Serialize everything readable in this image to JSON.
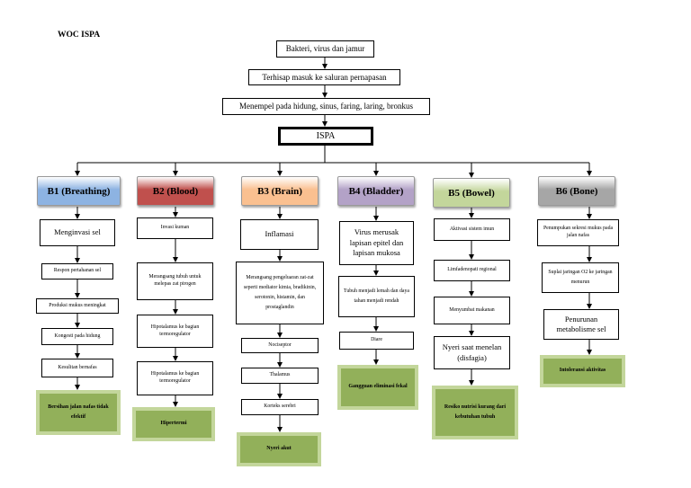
{
  "title": "WOC ISPA",
  "top_chain": [
    "Bakteri, virus dan jamur",
    "Terhisap masuk ke saluran pernapasan",
    "Menempel pada hidung, sinus, faring, laring, bronkus"
  ],
  "center": "ISPA",
  "columns": [
    {
      "header": "B1 (Breathing)",
      "color": "#8db3e2",
      "steps": [
        "Menginvasi sel",
        "Respon pertahanan sel",
        "Produksi mukus meningkat",
        "Kongesti pada hidung",
        "Kesulitan bernafas"
      ],
      "outcome": "Bersihan jalan nafas tidak efektif"
    },
    {
      "header": "B2 (Blood)",
      "color": "#c0504d",
      "steps": [
        "Invasi kuman",
        "Merangsang tubuh untuk melepas zat pirogen",
        "Hipotalamus ke bagian termoregulator",
        "Hipotalamus ke bagian termoregulator"
      ],
      "outcome": "Hipertermi"
    },
    {
      "header": "B3 (Brain)",
      "color": "#fac090",
      "steps": [
        "Inflamasi",
        "Merangsang pengeluaran zat-zat seperti mediator kimia, bradikinin, serotonin, histamin, dan prostaglandin",
        "Nociseptor",
        "Thalamus",
        "Korteks serebri"
      ],
      "outcome": "Nyeri akut"
    },
    {
      "header": "B4 (Bladder)",
      "color": "#b3a2c7",
      "steps": [
        "Virus merusak lapisan epitel dan lapisan mukosa",
        "Tubuh menjadi lemah dan daya tahan menjadi rendah",
        "Diare"
      ],
      "outcome": "Gangguan eliminasi fekal"
    },
    {
      "header": "B5 (Bowel)",
      "color": "#c3d69b",
      "steps": [
        "Aktivasi sistem imun",
        "Limfadenopati regional",
        "Menyumbat makanan",
        "Nyeri saat menelan (disfagia)"
      ],
      "outcome": "Resiko nutrisi kurang dari kebutuhan tubuh"
    },
    {
      "header": "B6 (Bone)",
      "color": "#a6a6a6",
      "steps": [
        "Penumpukan sekresi mukus pada jalan nafas",
        "Suplai jaringan O2 ke jaringan menurun",
        "Penurunan metabolisme sel"
      ],
      "outcome": "Intoleransi aktivitas"
    }
  ]
}
